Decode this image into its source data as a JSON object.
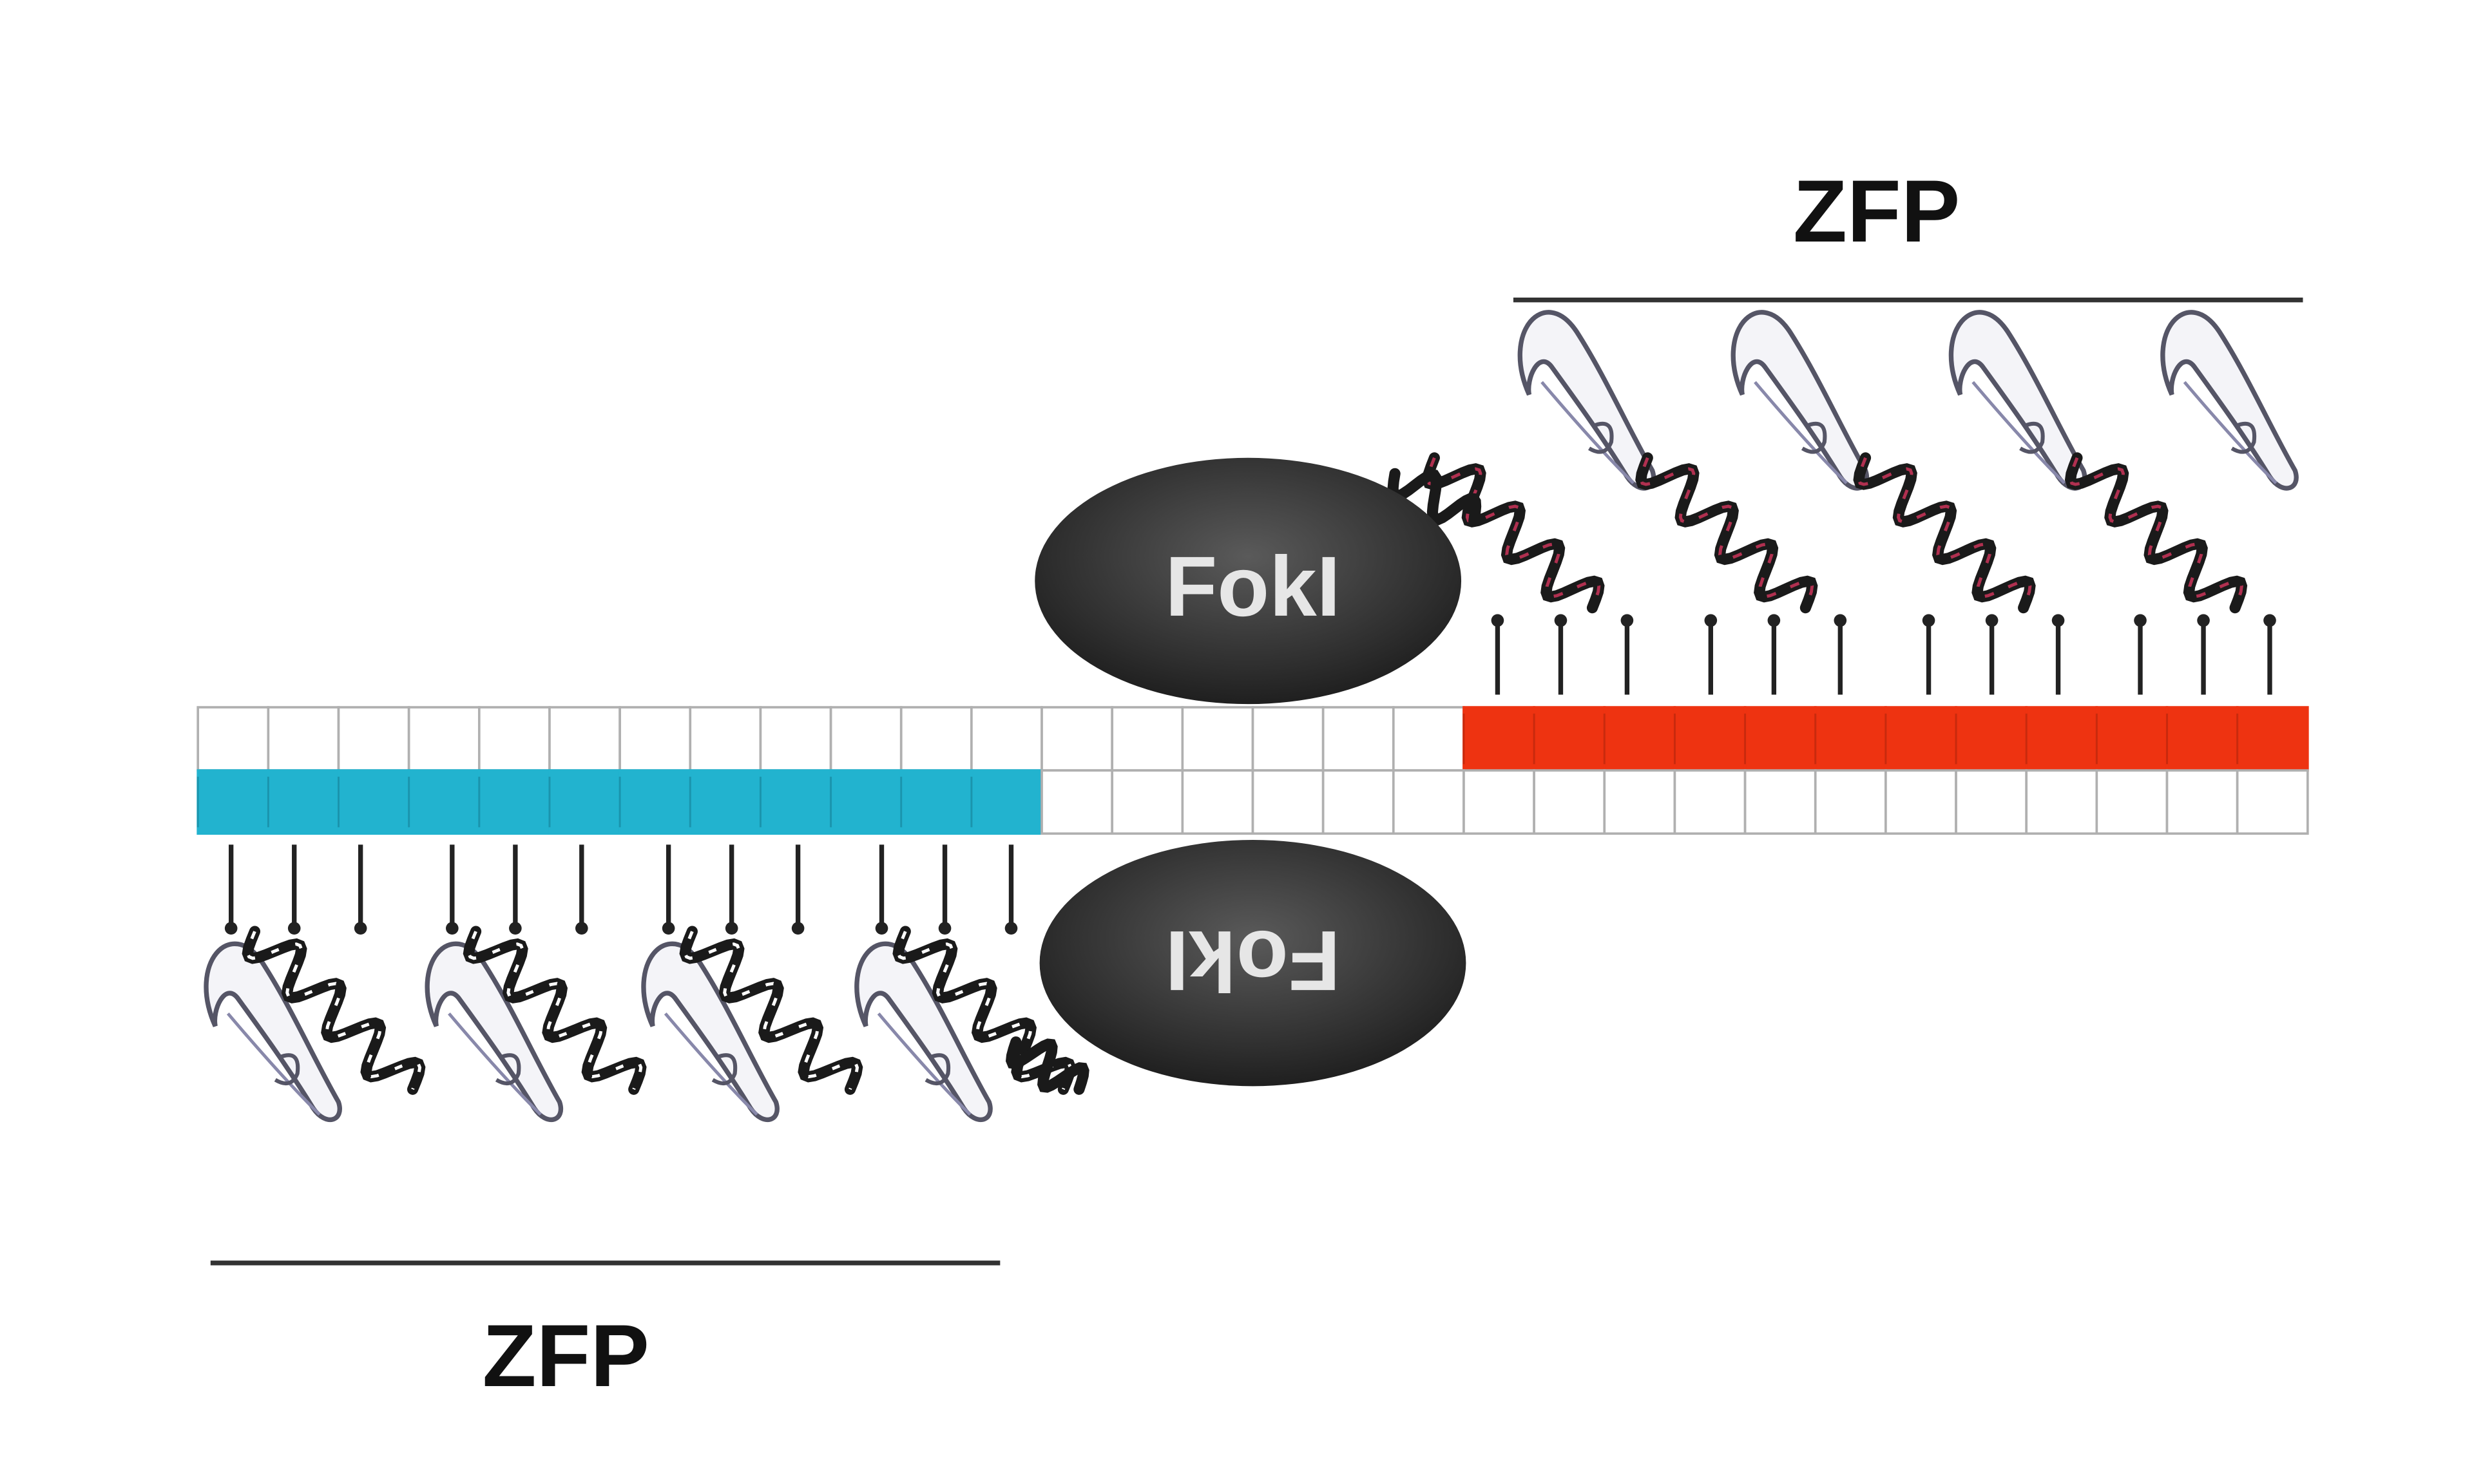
{
  "labels": {
    "zfp_top": "ZFP",
    "zfp_bottom": "ZFP",
    "foki_top": "FokI",
    "foki_bottom": "FokI"
  },
  "dna": {
    "top_strand_red_cells": [
      18,
      29
    ],
    "bottom_strand_blue_cells": [
      0,
      11
    ],
    "total_cells": 30
  },
  "colors": {
    "red_site": "#ee3311",
    "blue_site": "#22b3cf",
    "empty_cell": "#ffffff",
    "cell_border": "#b0b0b0",
    "foki_fill": "#3a3a3a",
    "foki_text": "#e6e6e6",
    "label": "#111111",
    "bracket_line": "#333333",
    "helix": "#1a1a1a",
    "helix_top_accent": "#b03050",
    "helix_bottom_accent": "#2a3a70",
    "sheet_outline": "#555566"
  },
  "icons": {
    "zinc_finger_top": "zinc-finger-domain-icon",
    "zinc_finger_bottom": "zinc-finger-domain-icon",
    "foki": "nuclease-domain-icon"
  }
}
